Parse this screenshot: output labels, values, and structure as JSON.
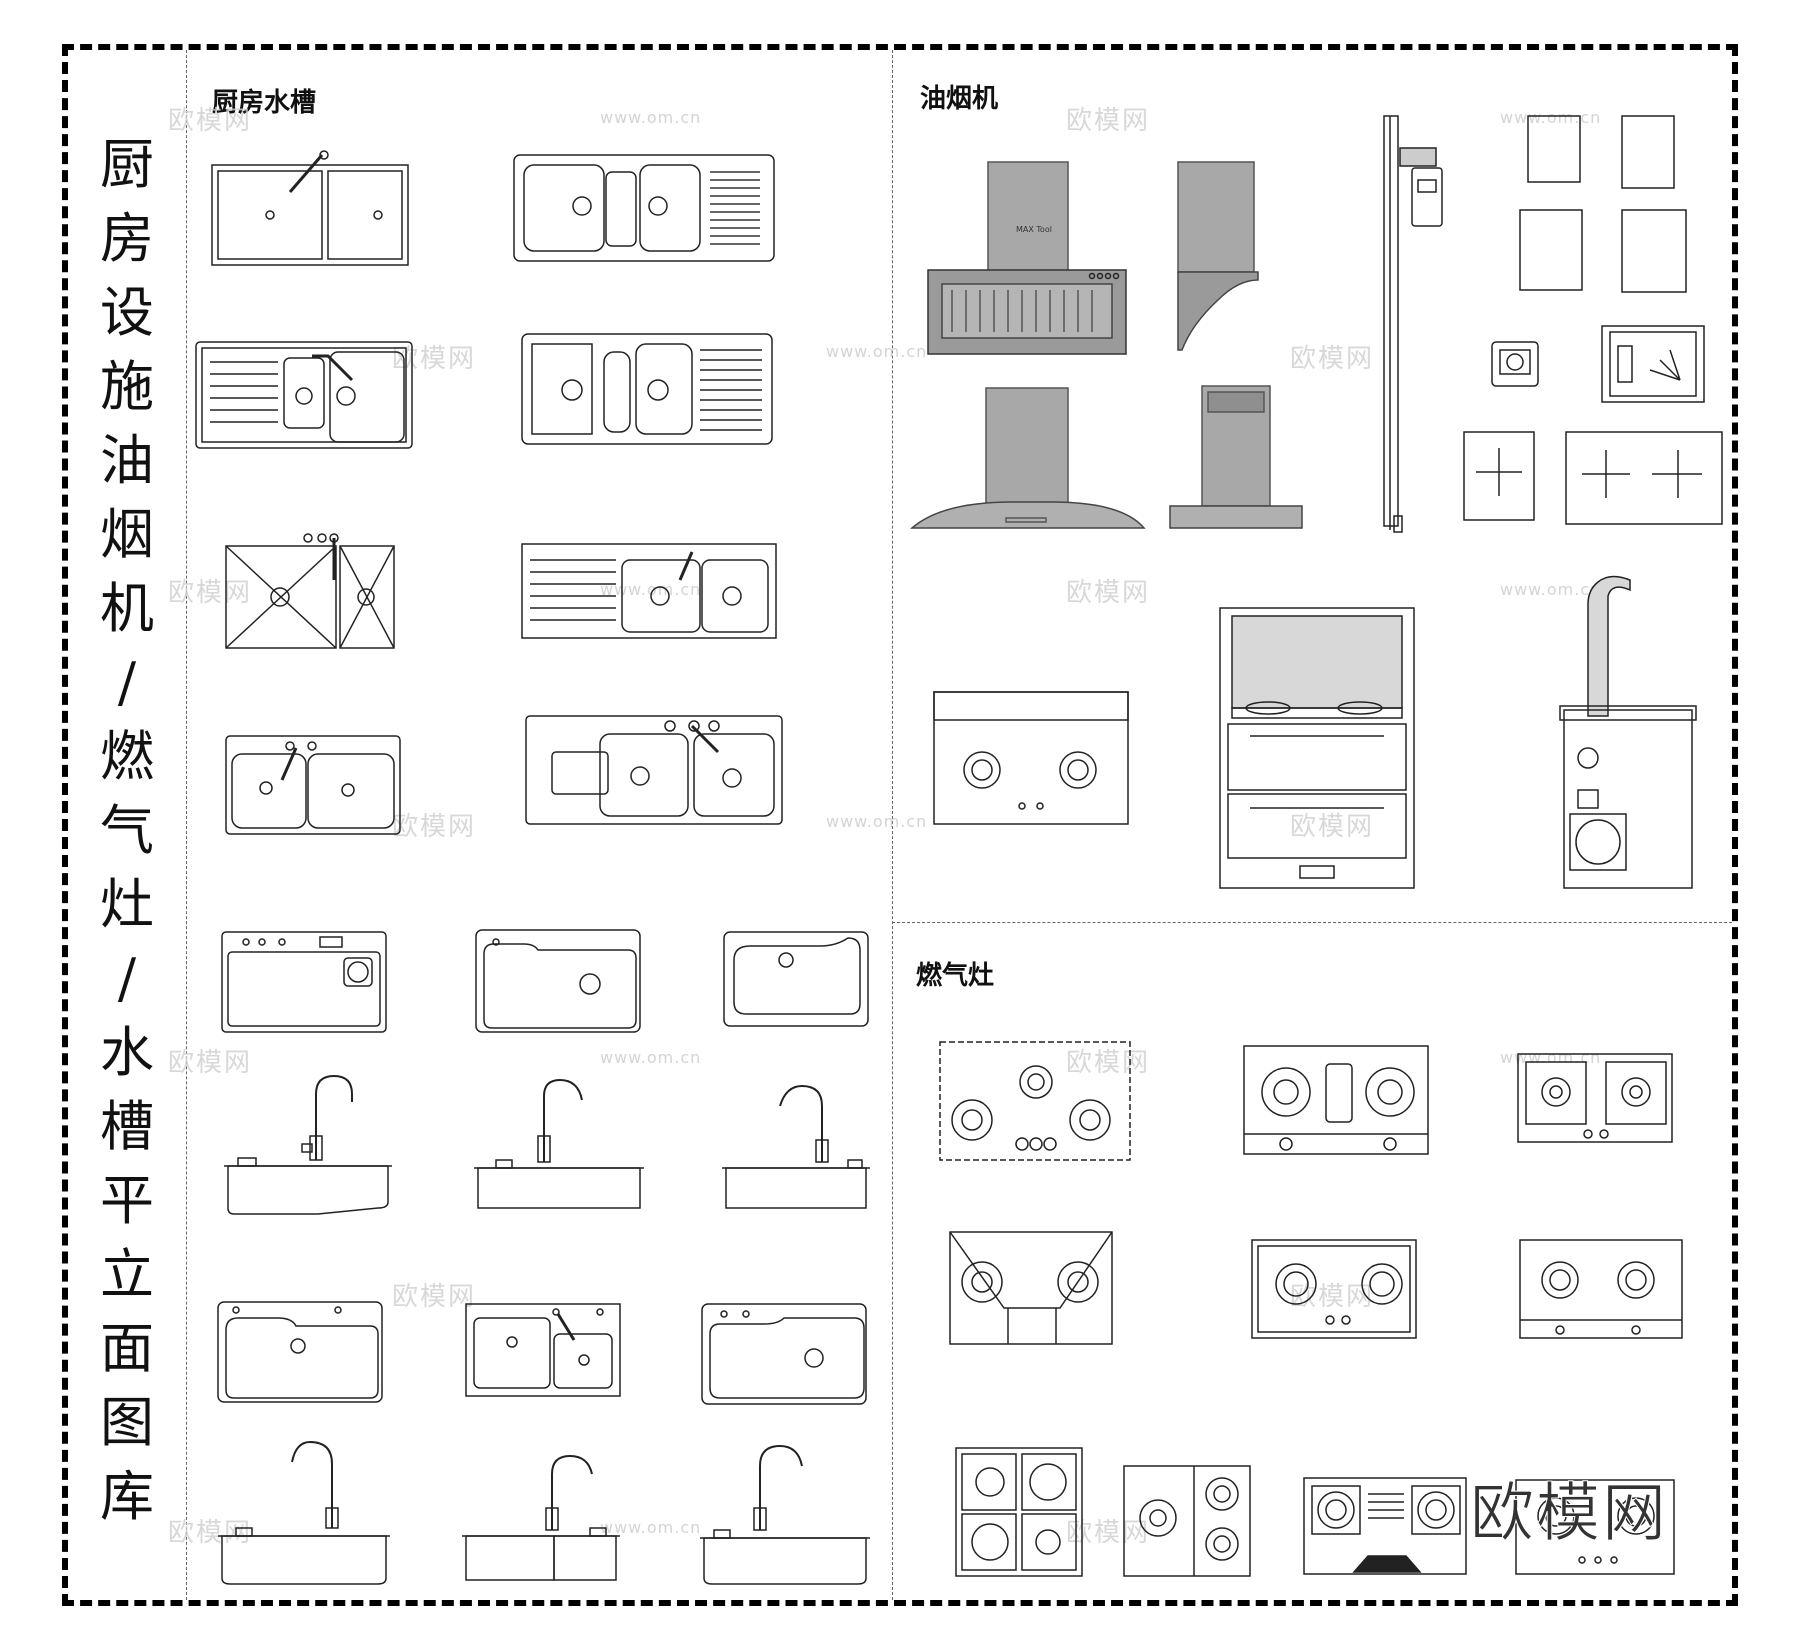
{
  "vertical_title": [
    "厨",
    "房",
    "设",
    "施",
    "油",
    "烟",
    "机",
    "/",
    "燃",
    "气",
    "灶",
    "/",
    "水",
    "槽",
    "平",
    "立",
    "面",
    "图",
    "库"
  ],
  "sections": {
    "sinks": "厨房水槽",
    "hoods": "油烟机",
    "stoves": "燃气灶"
  },
  "watermark": {
    "logo": "欧模网",
    "url": "www.om.cn"
  },
  "hood_labels": {
    "model_text": "MAX Tool"
  },
  "brand_logo": "欧模网",
  "colors": {
    "frame": "#000000",
    "divider": "#666666",
    "hood_fill": "#9a9a9a",
    "watermark": "#cfcfcf"
  }
}
